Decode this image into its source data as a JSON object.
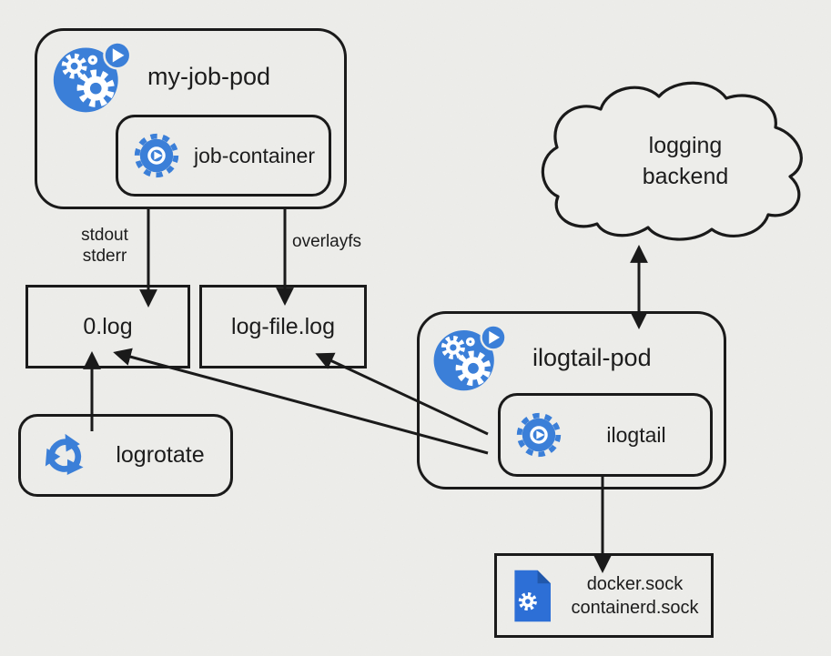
{
  "diagram": {
    "description": "Kubernetes log collection architecture diagram",
    "colors": {
      "background": "#ededea",
      "stroke": "#1a1a1a",
      "text": "#1c1c1c",
      "icon_blue": "#3b7fd8",
      "doc_blue": "#2d6fd6",
      "doc_fold": "#2158ab"
    },
    "nodes": {
      "my_job_pod": {
        "label": "my-job-pod",
        "icon": "kubernetes-pod-icon",
        "shape": "rounded-rect"
      },
      "job_container": {
        "label": "job-container",
        "icon": "container-gear-play-icon",
        "shape": "rounded-rect"
      },
      "logging_backend": {
        "line1": "logging",
        "line2": "backend",
        "shape": "cloud"
      },
      "log_0": {
        "label": "0.log",
        "shape": "rect"
      },
      "log_file": {
        "label": "log-file.log",
        "shape": "rect"
      },
      "ilogtail_pod": {
        "label": "ilogtail-pod",
        "icon": "kubernetes-pod-icon",
        "shape": "rounded-rect"
      },
      "ilogtail": {
        "label": "ilogtail",
        "icon": "container-gear-play-icon",
        "shape": "rounded-rect"
      },
      "logrotate": {
        "label": "logrotate",
        "icon": "rotate-arrows-cycle-icon",
        "shape": "rounded-rect"
      },
      "sockets": {
        "line1": "docker.sock",
        "line2": "containerd.sock",
        "icon": "document-gear-icon",
        "shape": "rect"
      }
    },
    "edge_labels": {
      "stdout": "stdout",
      "stderr": "stderr",
      "overlayfs": "overlayfs"
    },
    "edges": [
      {
        "from": "my-job-pod",
        "to": "0.log",
        "label": "stdout stderr",
        "direction": "one-way"
      },
      {
        "from": "my-job-pod",
        "to": "log-file.log",
        "label": "overlayfs",
        "direction": "one-way"
      },
      {
        "from": "logging backend",
        "to": "ilogtail-pod",
        "label": "",
        "direction": "two-way"
      },
      {
        "from": "ilogtail",
        "to": "log-file.log",
        "label": "",
        "direction": "one-way"
      },
      {
        "from": "ilogtail",
        "to": "0.log",
        "label": "",
        "direction": "one-way"
      },
      {
        "from": "logrotate",
        "to": "0.log",
        "label": "",
        "direction": "one-way"
      },
      {
        "from": "ilogtail",
        "to": "docker.sock containerd.sock",
        "label": "",
        "direction": "one-way"
      }
    ]
  }
}
